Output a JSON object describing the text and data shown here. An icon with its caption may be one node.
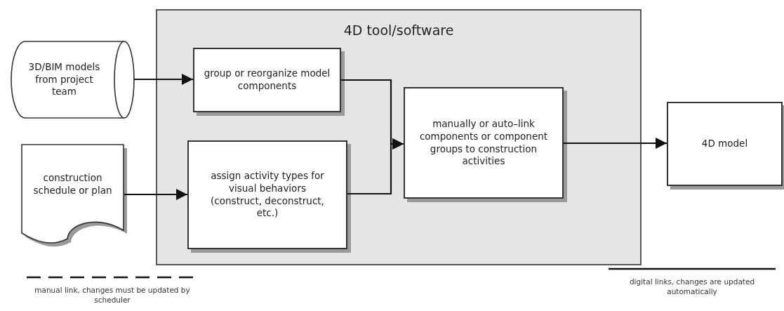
{
  "diagram": {
    "nodes": [
      {
        "text": [
          "4D tool/software"
        ]
      },
      {
        "text": [
          "3D/BIM models from project team"
        ]
      },
      {
        "text": [
          "construction schedule or plan"
        ]
      },
      {
        "text": [
          "group or reorganize model components"
        ],
        "in": 0
      },
      {
        "text": [
          "assign activity types for visual behaviors (construct, deconstruct, etc.)"
        ],
        "in": 0
      },
      {
        "text": [
          "manually or auto–link components or component groups to construction activities"
        ],
        "in": 0
      },
      {
        "text": [
          "4D model"
        ]
      }
    ],
    "edges": [
      {
        "from": 1,
        "to": 3,
        "arrow": "to"
      },
      {
        "from": 2,
        "to": 4,
        "arrow": "to"
      },
      {
        "from": 3,
        "to": 5,
        "arrow": "to"
      },
      {
        "from": 4,
        "to": 5,
        "arrow": "to"
      },
      {
        "from": 5,
        "to": 6,
        "arrow": "to"
      }
    ],
    "legend": [
      {
        "text": "manual link, changes must be updated by scheduler"
      },
      {
        "text": "digital links, changes are updated automatically"
      }
    ]
  }
}
